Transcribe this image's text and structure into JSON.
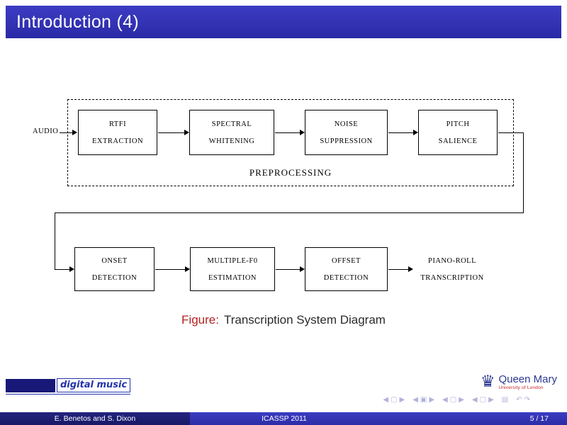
{
  "slide": {
    "title": "Introduction (4)"
  },
  "diagram": {
    "input_label": "AUDIO",
    "group_label": "PREPROCESSING",
    "top_row": [
      {
        "line1": "RTFI",
        "line2": "EXTRACTION"
      },
      {
        "line1": "SPECTRAL",
        "line2": "WHITENING"
      },
      {
        "line1": "NOISE",
        "line2": "SUPPRESSION"
      },
      {
        "line1": "PITCH",
        "line2": "SALIENCE"
      }
    ],
    "bottom_row": [
      {
        "line1": "ONSET",
        "line2": "DETECTION"
      },
      {
        "line1": "MULTIPLE-F0",
        "line2": "ESTIMATION"
      },
      {
        "line1": "OFFSET",
        "line2": "DETECTION"
      }
    ],
    "output": {
      "line1": "PIANO-ROLL",
      "line2": "TRANSCRIPTION"
    }
  },
  "caption": {
    "prefix": "Figure:",
    "title": "Transcription System Diagram"
  },
  "logos": {
    "c4dm_text": "digital music",
    "qmul_name": "Queen Mary",
    "qmul_subtitle": "University of London"
  },
  "nav": {
    "icons": [
      {
        "name": "nav-slide-prev-icon",
        "glyph": "◀"
      },
      {
        "name": "nav-slide-icon",
        "glyph": "▢"
      },
      {
        "name": "nav-slide-next-icon",
        "glyph": "▶"
      },
      {
        "name": "nav-frame-prev-icon",
        "glyph": "◀"
      },
      {
        "name": "nav-frame-icon",
        "glyph": "▣"
      },
      {
        "name": "nav-frame-next-icon",
        "glyph": "▶"
      },
      {
        "name": "nav-subsection-prev-icon",
        "glyph": "◀"
      },
      {
        "name": "nav-subsection-icon",
        "glyph": "▢"
      },
      {
        "name": "nav-subsection-next-icon",
        "glyph": "▶"
      },
      {
        "name": "nav-section-prev-icon",
        "glyph": "◀"
      },
      {
        "name": "nav-section-icon",
        "glyph": "▢"
      },
      {
        "name": "nav-section-next-icon",
        "glyph": "▶"
      },
      {
        "name": "nav-appendix-icon",
        "glyph": "▤"
      },
      {
        "name": "nav-back-icon",
        "glyph": "↶"
      },
      {
        "name": "nav-forward-icon",
        "glyph": "↷"
      }
    ]
  },
  "footer": {
    "authors": "E. Benetos and S. Dixon",
    "venue": "ICASSP 2011",
    "page": "5 / 17"
  },
  "colors": {
    "header_blue": "#3333b3",
    "footer_dark": "#1c1c7a",
    "caption_red": "#b22222",
    "qmul_blue": "#2b3990",
    "qmul_red": "#cc2222",
    "c4dm_blue": "#2233aa"
  }
}
